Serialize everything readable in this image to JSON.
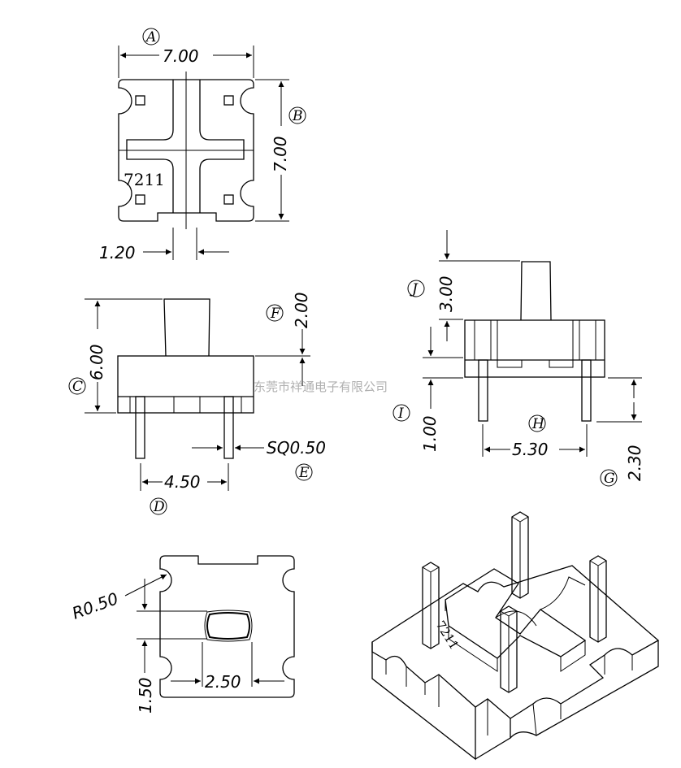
{
  "dimensions": {
    "a": "7.00",
    "b": "7.00",
    "pin_gap": "1.20",
    "c": "6.00",
    "f": "2.00",
    "pin_size": "SQ0.50",
    "d": "4.50",
    "j": "3.00",
    "i": "1.00",
    "h": "5.30",
    "g": "2.30",
    "radius": "R0.50",
    "pad_h": "1.50",
    "pad_w": "2.50"
  },
  "labels": {
    "a": "A",
    "b": "B",
    "c": "C",
    "d": "D",
    "e": "E",
    "f": "F",
    "g": "G",
    "h": "H",
    "i": "I",
    "j": "J"
  },
  "part_number": "7211",
  "part_number_iso": "7211",
  "watermark": "东莞市祥通电子有限公司"
}
